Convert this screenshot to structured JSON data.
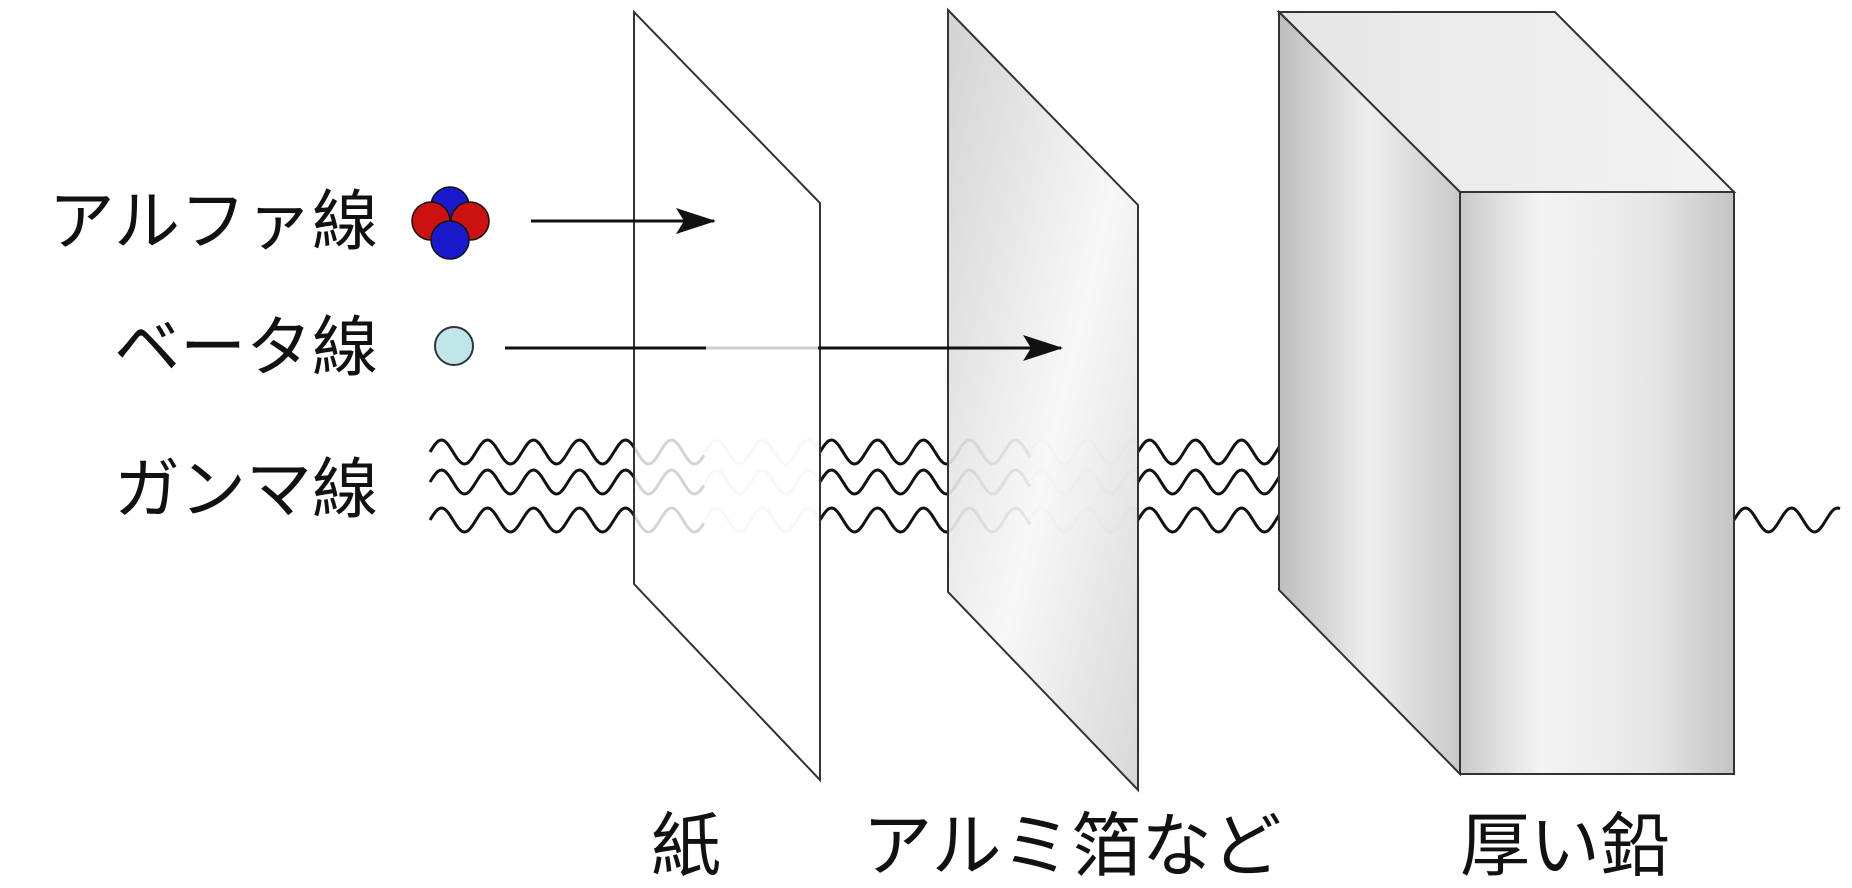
{
  "rays": [
    {
      "id": "alpha",
      "label": "アルファ線"
    },
    {
      "id": "beta",
      "label": "ベータ線"
    },
    {
      "id": "gamma",
      "label": "ガンマ線"
    }
  ],
  "shields": [
    {
      "id": "paper",
      "label": "紙"
    },
    {
      "id": "aluminium",
      "label": "アルミ箔など"
    },
    {
      "id": "lead",
      "label": "厚い鉛"
    }
  ],
  "colors": {
    "line": "#111111",
    "faded": "#d8d8d8",
    "alpha_proton": "#cc1111",
    "alpha_neutron": "#1a1acc",
    "beta_particle": "#bfe6e8"
  }
}
